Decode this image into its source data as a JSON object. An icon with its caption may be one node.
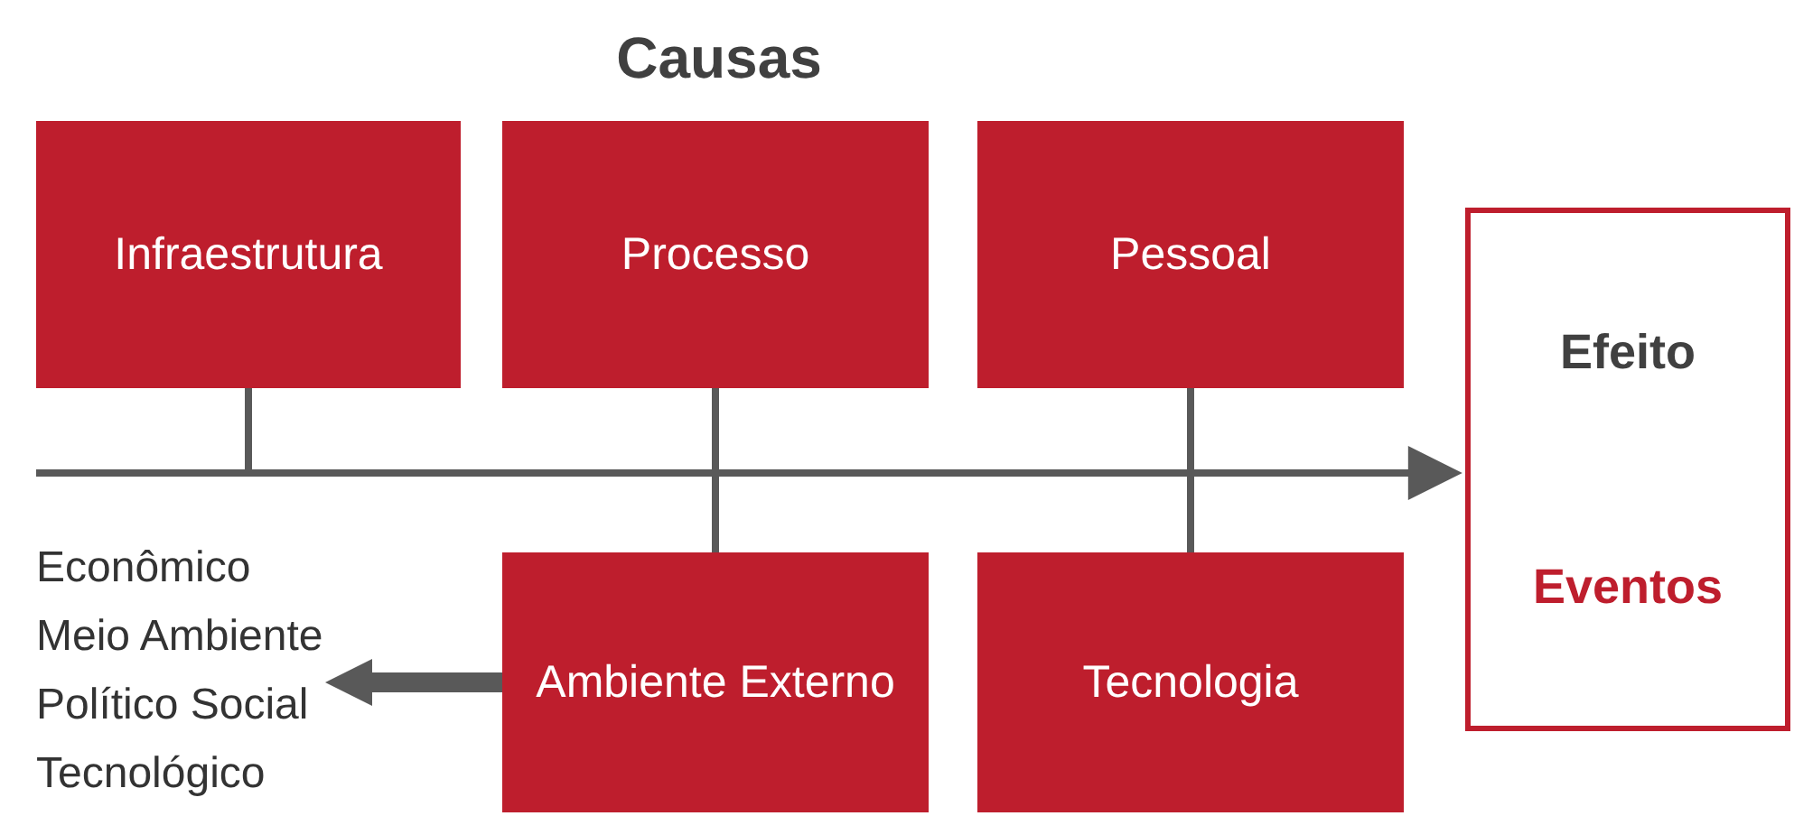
{
  "diagram": {
    "title": "Causas",
    "nodes": [
      {
        "text": [
          "Infraestrutura"
        ]
      },
      {
        "text": [
          "Processo"
        ]
      },
      {
        "text": [
          "Pessoal"
        ]
      },
      {
        "text": [
          "Ambiente Externo"
        ]
      },
      {
        "text": [
          "Tecnologia"
        ]
      },
      {
        "text": [
          "Efeito",
          "Eventos"
        ]
      },
      {
        "text": [
          "Econômico",
          "Meio Ambiente",
          "Político Social",
          "Tecnológico"
        ]
      }
    ],
    "edges": [
      {
        "from": null,
        "to": 5,
        "arrow": "to"
      },
      {
        "from": 0,
        "to": null,
        "arrow": "none"
      },
      {
        "from": 1,
        "to": 3,
        "arrow": "none"
      },
      {
        "from": 2,
        "to": 4,
        "arrow": "none"
      },
      {
        "from": 3,
        "to": 6,
        "arrow": "to",
        "style": "thick"
      }
    ]
  }
}
